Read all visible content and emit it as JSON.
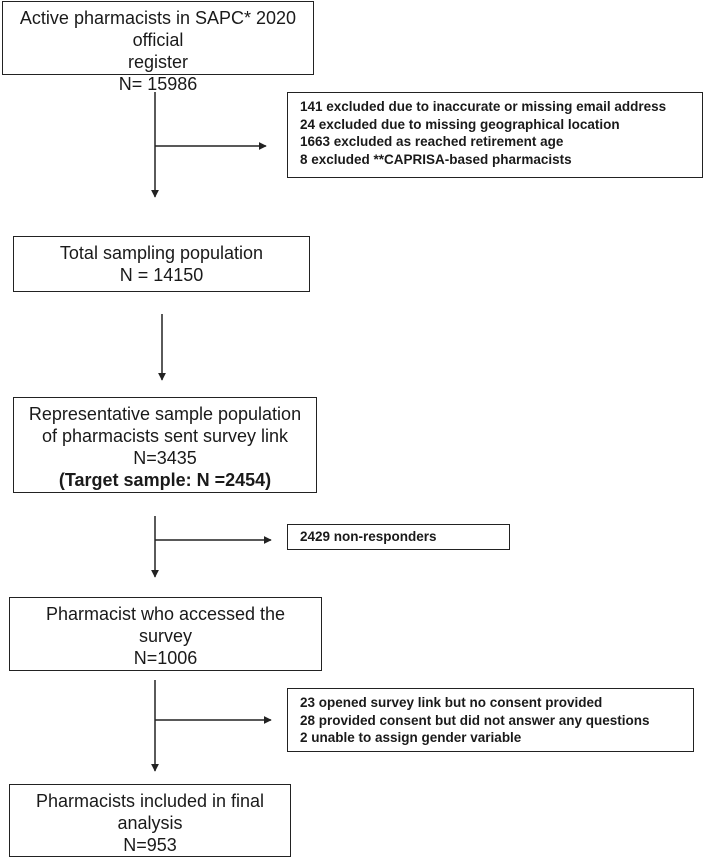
{
  "boxes": {
    "register": {
      "lines": [
        "Active pharmacists in SAPC* 2020 official",
        "register",
        "N= 15986"
      ]
    },
    "exclusions1": {
      "lines": [
        "141 excluded due to inaccurate or missing email address",
        "24 excluded due to missing geographical location",
        "1663 excluded as reached retirement age",
        "8 excluded  **CAPRISA-based pharmacists"
      ]
    },
    "total": {
      "lines": [
        "Total sampling population",
        "N = 14150"
      ]
    },
    "representative": {
      "lines": [
        "Representative sample population",
        "of pharmacists sent survey link",
        "N=3435"
      ],
      "target": "(Target sample: N =2454)"
    },
    "nonresponders": {
      "lines": [
        "2429 non-responders"
      ]
    },
    "accessed": {
      "lines": [
        "Pharmacist who accessed the",
        "survey",
        "N=1006"
      ]
    },
    "exclusions2": {
      "lines": [
        "23 opened survey link but no consent provided",
        "28 provided consent but did not answer any questions",
        "2 unable to assign gender variable"
      ]
    },
    "final": {
      "lines": [
        "Pharmacists included in final",
        "analysis",
        "N=953"
      ]
    }
  }
}
